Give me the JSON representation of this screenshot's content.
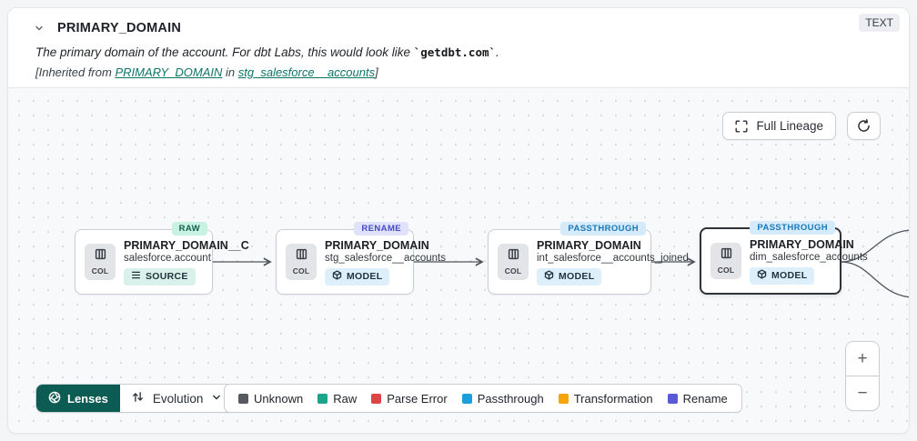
{
  "header": {
    "title": "PRIMARY_DOMAIN",
    "data_type_badge": "TEXT",
    "description": {
      "prefix": "The primary domain of the account. For dbt Labs, this would look like ",
      "code": "`getdbt.com`",
      "suffix": "."
    },
    "inherited": {
      "prefix": "[Inherited from ",
      "column_link": "PRIMARY_DOMAIN",
      "middle": " in ",
      "model_link": "stg_salesforce__accounts",
      "suffix": "]"
    }
  },
  "canvas": {
    "toolbar": {
      "full_lineage_label": "Full Lineage"
    },
    "nodes": [
      {
        "title": "PRIMARY_DOMAIN__C",
        "subtitle": "salesforce.account",
        "kind": "SOURCE",
        "status": "RAW",
        "col_label": "COL",
        "selected": false
      },
      {
        "title": "PRIMARY_DOMAIN",
        "subtitle": "stg_salesforce__accounts",
        "kind": "MODEL",
        "status": "RENAME",
        "col_label": "COL",
        "selected": false
      },
      {
        "title": "PRIMARY_DOMAIN",
        "subtitle": "int_salesforce__accounts_joined",
        "kind": "MODEL",
        "status": "PASSTHROUGH",
        "col_label": "COL",
        "selected": false
      },
      {
        "title": "PRIMARY_DOMAIN",
        "subtitle": "dim_salesforce_accounts",
        "kind": "MODEL",
        "status": "PASSTHROUGH",
        "col_label": "COL",
        "selected": true
      }
    ],
    "lenses": {
      "button_label": "Lenses",
      "selected_lens": "Evolution"
    },
    "legend": {
      "items": [
        {
          "label": "Unknown",
          "color": "#56595e"
        },
        {
          "label": "Raw",
          "color": "#19a48b"
        },
        {
          "label": "Parse Error",
          "color": "#e04545"
        },
        {
          "label": "Passthrough",
          "color": "#1b9fd9"
        },
        {
          "label": "Transformation",
          "color": "#f5a40c"
        },
        {
          "label": "Rename",
          "color": "#5a5ad6"
        }
      ]
    },
    "zoom": {
      "in_label": "+",
      "out_label": "−"
    }
  },
  "colors": {
    "accent_link_teal": "#0e7569",
    "lenses_button_bg": "#0c5c54",
    "canvas_bg": "#f8f9fa",
    "edge": "#4e545b",
    "node_border": "#c9ced5",
    "selected_node_border": "#2e333a",
    "raw_badge_bg": "#c8f2e2",
    "rename_badge_bg": "#e0e1fb",
    "passthrough_badge_bg": "#d5eafa",
    "source_badge_bg": "#d8f1ea",
    "model_badge_bg": "#ddeffa"
  }
}
